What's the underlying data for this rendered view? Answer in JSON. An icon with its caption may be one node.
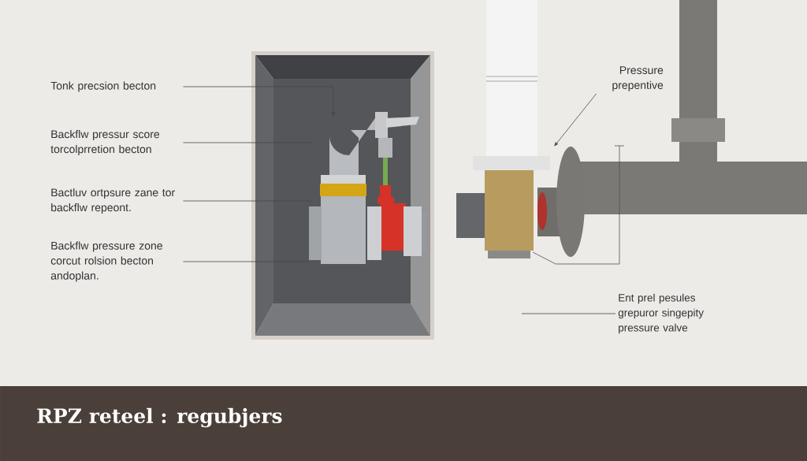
{
  "diagram": {
    "title": "RPZ reteel : regubjers",
    "nodes": [
      {
        "text": [
          "Tonk precsion becton"
        ]
      },
      {
        "text": [
          "Backflw pressur score torcolprretion becton"
        ]
      },
      {
        "text": [
          "Bactluv ortpsure zane tor backflw repeont."
        ]
      },
      {
        "text": [
          "Backflw pressure zone corcut rolsion becton andoplan."
        ]
      },
      {
        "text": [
          "Pressure prepentive"
        ]
      },
      {
        "text": [
          "Ent prel pesules grepuror singepity pressure valve"
        ]
      }
    ],
    "edges": [
      {
        "from": 0,
        "to": null,
        "arrow": "to"
      },
      {
        "from": 1,
        "to": null,
        "arrow": "none"
      },
      {
        "from": 2,
        "to": null,
        "arrow": "none"
      },
      {
        "from": 3,
        "to": null,
        "arrow": "none"
      },
      {
        "from": 4,
        "to": null,
        "arrow": "to"
      },
      {
        "from": 5,
        "to": null,
        "arrow": "none"
      }
    ]
  }
}
